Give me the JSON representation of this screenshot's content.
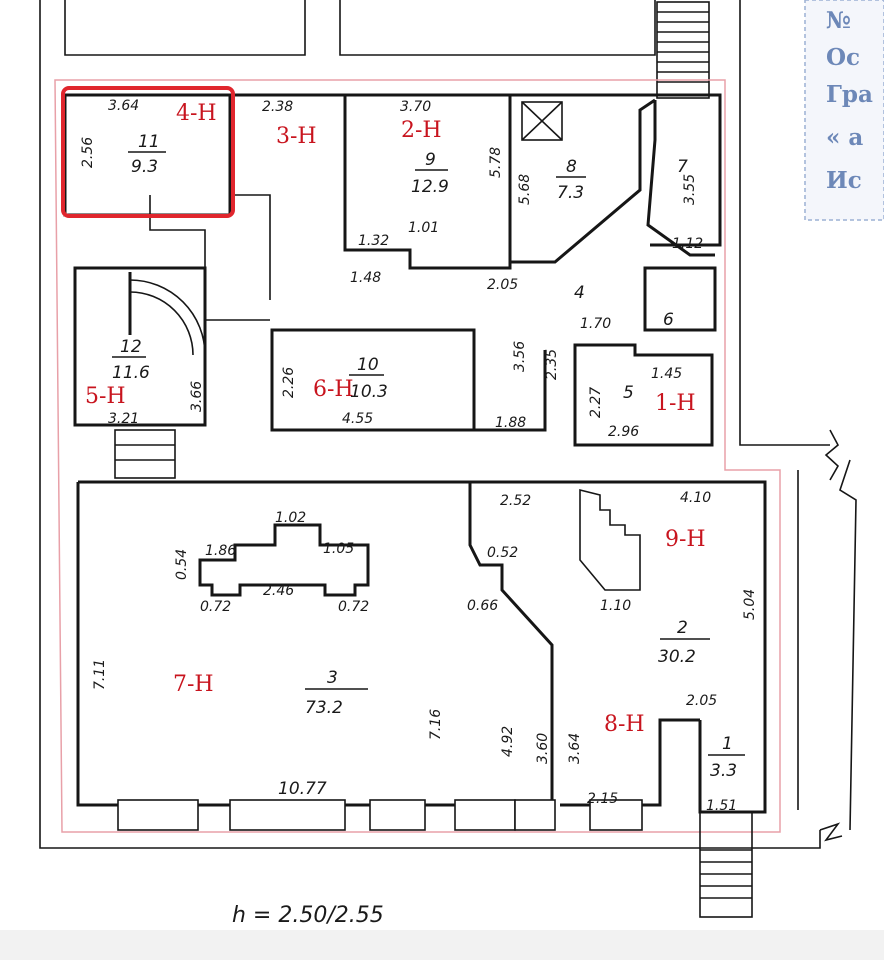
{
  "stamp": {
    "lines": [
      "№",
      "Ос",
      "Гра",
      "« а",
      "Ис"
    ]
  },
  "units": {
    "u1": "1-Н",
    "u2": "2-Н",
    "u3": "3-Н",
    "u4": "4-Н",
    "u5": "5-Н",
    "u6": "6-Н",
    "u7": "7-Н",
    "u8": "8-Н",
    "u9": "9-Н"
  },
  "rooms": {
    "r1": {
      "num": "1",
      "area": "3.3"
    },
    "r2": {
      "num": "2",
      "area": "30.2"
    },
    "r3": {
      "num": "3",
      "area": "73.2"
    },
    "r4": {
      "num": "4"
    },
    "r5": {
      "num": "5"
    },
    "r6": {
      "num": "6"
    },
    "r7": {
      "num": "7"
    },
    "r8": {
      "num": "8",
      "area": "7.3"
    },
    "r9": {
      "num": "9",
      "area": "12.9"
    },
    "r10": {
      "num": "10",
      "area": "10.3"
    },
    "r11": {
      "num": "11",
      "area": "9.3"
    },
    "r12": {
      "num": "12",
      "area": "11.6"
    }
  },
  "dims": {
    "d1": "3.64",
    "d2": "2.56",
    "d3": "2.38",
    "d4": "3.70",
    "d5": "5.78",
    "d6": "1.01",
    "d7": "1.32",
    "d8": "1.48",
    "d9": "2.05",
    "d10": "5.68",
    "d11": "3.55",
    "d12": "1.12",
    "d13": "1.70",
    "d14": "3.56",
    "d15": "2.35",
    "d16": "1.45",
    "d17": "2.27",
    "d18": "2.96",
    "d19": "1.88",
    "d20": "2.26",
    "d21": "4.55",
    "d22": "3.66",
    "d23": "3.21",
    "d24": "2.52",
    "d25": "4.10",
    "d26": "1.02",
    "d27": "1.86",
    "d28": "1.05",
    "d29": "0.54",
    "d30": "2.46",
    "d31": "0.72",
    "d32": "0.72",
    "d33": "0.52",
    "d34": "0.66",
    "d35": "1.10",
    "d36": "5.04",
    "d37": "7.11",
    "d38": "7.16",
    "d39": "4.92",
    "d40": "3.60",
    "d41": "3.64",
    "d42": "2.05",
    "d43": "1.51",
    "d44": "2.15",
    "d45": "10.77"
  },
  "height_note": "h = 2.50/2.55",
  "colors": {
    "unit_label": "#c8141e",
    "highlight": "#e0262d",
    "boundary": "#e8a0a8",
    "stamp": "#6d88b8"
  }
}
